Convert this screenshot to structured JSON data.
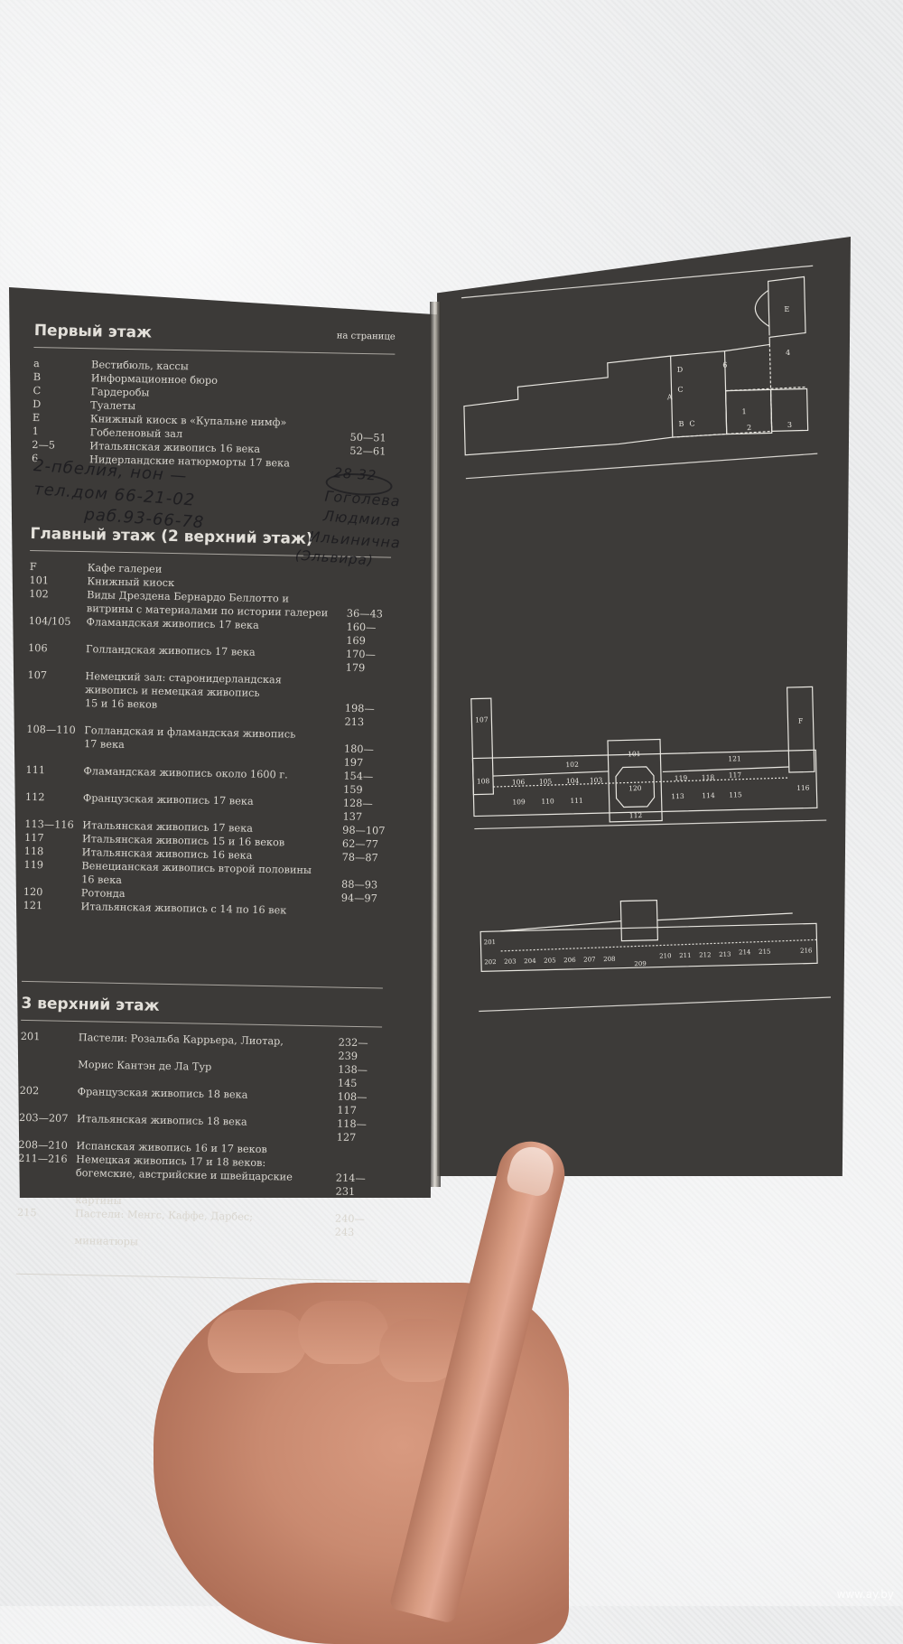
{
  "left_page": {
    "floor1": {
      "title": "Первый этаж",
      "pages_label": "на странице",
      "rows": [
        {
          "num": "a",
          "desc": "Вестибюль, кассы",
          "pg": ""
        },
        {
          "num": "B",
          "desc": "Информационное бюро",
          "pg": ""
        },
        {
          "num": "C",
          "desc": "Гардеробы",
          "pg": ""
        },
        {
          "num": "D",
          "desc": "Туалеты",
          "pg": ""
        },
        {
          "num": "E",
          "desc": "Книжный киоск в «Купальне нимф»",
          "pg": ""
        },
        {
          "num": "1",
          "desc": "Гобеленовый зал",
          "pg": "50—51"
        },
        {
          "num": "2—5",
          "desc": "Итальянская живопись 16 века",
          "pg": "52—61"
        },
        {
          "num": "6",
          "desc": "Нидерландские натюрморты 17 века",
          "pg": ""
        }
      ]
    },
    "floor2": {
      "title": "Главный этаж (2 верхний этаж)",
      "rows": [
        {
          "num": "F",
          "desc": "Кафе галереи",
          "pg": ""
        },
        {
          "num": "101",
          "desc": "Книжный киоск",
          "pg": ""
        },
        {
          "num": "102",
          "desc": "Виды Дрездена Бернардо Беллотто и",
          "pg": ""
        },
        {
          "num": "",
          "desc": "витрины с материалами по истории галереи",
          "pg": "36—43"
        },
        {
          "num": "104/105",
          "desc": "Фламандская живопись 17 века",
          "pg": "160—169"
        },
        {
          "num": "106",
          "desc": "Голландская живопись 17 века",
          "pg": "170—179"
        },
        {
          "num": "107",
          "desc": "Немецкий зал: старонидерландская",
          "pg": ""
        },
        {
          "num": "",
          "desc": "живопись и немецкая живопись",
          "pg": ""
        },
        {
          "num": "",
          "desc": "15 и 16 веков",
          "pg": "198—213"
        },
        {
          "num": "108—110",
          "desc": "Голландская и фламандская живопись",
          "pg": ""
        },
        {
          "num": "",
          "desc": "17 века",
          "pg": "180—197"
        },
        {
          "num": "111",
          "desc": "Фламандская живопись около 1600 г.",
          "pg": "154—159"
        },
        {
          "num": "112",
          "desc": "Французская живопись 17 века",
          "pg": "128—137"
        },
        {
          "num": "113—116",
          "desc": "Итальянская живопись 17 века",
          "pg": "98—107"
        },
        {
          "num": "117",
          "desc": "Итальянская живопись 15 и 16 веков",
          "pg": "62—77"
        },
        {
          "num": "118",
          "desc": "Итальянская живопись 16 века",
          "pg": "78—87"
        },
        {
          "num": "119",
          "desc": "Венецианская живопись второй половины",
          "pg": ""
        },
        {
          "num": "",
          "desc": "16 века",
          "pg": "88—93"
        },
        {
          "num": "120",
          "desc": "Ротонда",
          "pg": "94—97"
        },
        {
          "num": "121",
          "desc": "Итальянская живопись с 14 по 16 век",
          "pg": ""
        }
      ]
    },
    "floor3": {
      "title": "3 верхний этаж",
      "rows": [
        {
          "num": "201",
          "desc": "Пастели: Розальба Каррьера, Лиотар,",
          "pg": "232—239"
        },
        {
          "num": "",
          "desc": "Морис Кантэн де Ла Тур",
          "pg": "138—145"
        },
        {
          "num": "202",
          "desc": "Французская живопись 18 века",
          "pg": "108—117"
        },
        {
          "num": "203—207",
          "desc": "Итальянская живопись 18 века",
          "pg": "118—127"
        },
        {
          "num": "208—210",
          "desc": "Испанская живопись 16 и 17 веков",
          "pg": ""
        },
        {
          "num": "211—216",
          "desc": "Немецкая живопись 17 и 18 веков:",
          "pg": ""
        },
        {
          "num": "",
          "desc": "богемские, австрийские и швейцарские",
          "pg": "214—231"
        },
        {
          "num": "",
          "desc": "картины",
          "pg": ""
        },
        {
          "num": "215",
          "desc": "Пастели: Менгс, Каффе, Дарбес;",
          "pg": "240—243"
        },
        {
          "num": "",
          "desc": "миниатюры",
          "pg": ""
        }
      ]
    }
  },
  "handwriting": {
    "circled": "28 32",
    "line1": "2-пбелия, нон —",
    "line2": "тел.дом 66-21-02",
    "line3": "раб.93-66-78",
    "note1": "Гоголева",
    "note2": "Людмила",
    "note3": "Ильинична",
    "note4": "(Эльвира)"
  },
  "plans": {
    "floor1": [
      "E",
      "4",
      "6",
      "D",
      "C",
      "A",
      "1",
      "B",
      "C",
      "2",
      "3"
    ],
    "floor2": {
      "top": [
        "107",
        "F",
        "102",
        "101",
        "121"
      ],
      "middle": [
        "108",
        "106",
        "105",
        "104",
        "103",
        "120",
        "119",
        "118",
        "117",
        "116"
      ],
      "bottom": [
        "109",
        "110",
        "111",
        "112",
        "113",
        "114",
        "115"
      ]
    },
    "floor3": [
      "201",
      "202",
      "203",
      "204",
      "205",
      "206",
      "207",
      "208",
      "209",
      "210",
      "211",
      "212",
      "213",
      "214",
      "215",
      "216"
    ]
  },
  "watermark": "www.ay.by",
  "colors": {
    "page": "#3c3a38",
    "text": "#d9d6cf",
    "plan_line": "#e8e6e0",
    "background": "#ecedee"
  }
}
